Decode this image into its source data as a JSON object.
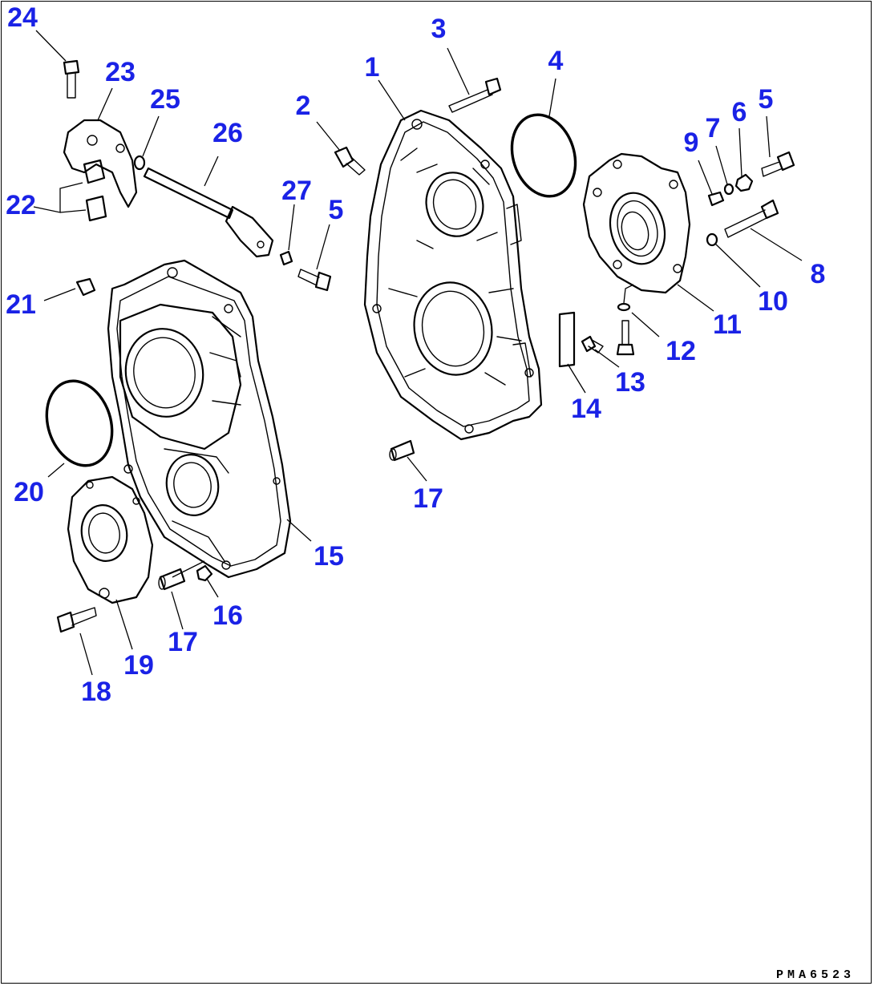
{
  "diagram": {
    "drawing_code": "PMA6523",
    "callouts": [
      {
        "id": "c1",
        "label": "1"
      },
      {
        "id": "c2",
        "label": "2"
      },
      {
        "id": "c3",
        "label": "3"
      },
      {
        "id": "c4",
        "label": "4"
      },
      {
        "id": "c5a",
        "label": "5"
      },
      {
        "id": "c5b",
        "label": "5"
      },
      {
        "id": "c6",
        "label": "6"
      },
      {
        "id": "c7",
        "label": "7"
      },
      {
        "id": "c8",
        "label": "8"
      },
      {
        "id": "c9",
        "label": "9"
      },
      {
        "id": "c10",
        "label": "10"
      },
      {
        "id": "c11",
        "label": "11"
      },
      {
        "id": "c12",
        "label": "12"
      },
      {
        "id": "c13",
        "label": "13"
      },
      {
        "id": "c14",
        "label": "14"
      },
      {
        "id": "c15",
        "label": "15"
      },
      {
        "id": "c16",
        "label": "16"
      },
      {
        "id": "c17a",
        "label": "17"
      },
      {
        "id": "c17b",
        "label": "17"
      },
      {
        "id": "c18",
        "label": "18"
      },
      {
        "id": "c19",
        "label": "19"
      },
      {
        "id": "c20",
        "label": "20"
      },
      {
        "id": "c21",
        "label": "21"
      },
      {
        "id": "c22",
        "label": "22"
      },
      {
        "id": "c23",
        "label": "23"
      },
      {
        "id": "c24",
        "label": "24"
      },
      {
        "id": "c25",
        "label": "25"
      },
      {
        "id": "c26",
        "label": "26"
      },
      {
        "id": "c27",
        "label": "27"
      }
    ]
  }
}
